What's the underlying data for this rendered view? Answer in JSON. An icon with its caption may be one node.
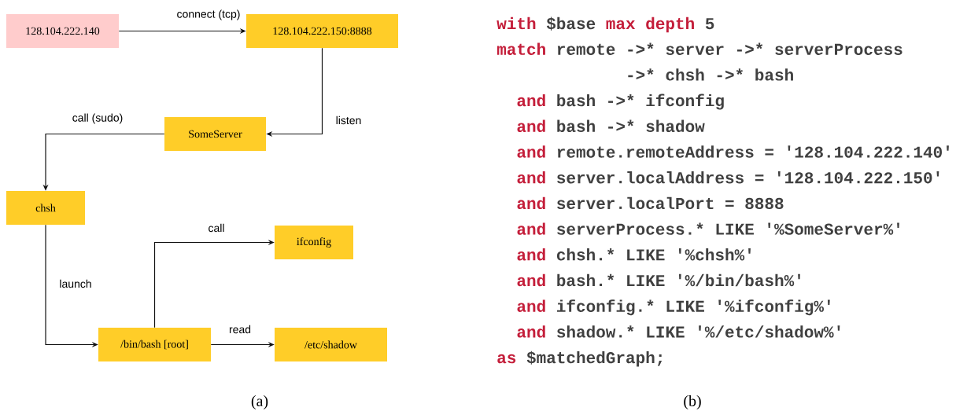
{
  "diagram": {
    "nodes": [
      {
        "text": [
          "128.104.222.140"
        ]
      },
      {
        "text": [
          "128.104.222.150:8888"
        ]
      },
      {
        "text": [
          "SomeServer"
        ]
      },
      {
        "text": [
          "chsh"
        ]
      },
      {
        "text": [
          "ifconfig"
        ]
      },
      {
        "text": [
          "/bin/bash [root]"
        ]
      },
      {
        "text": [
          "/etc/shadow"
        ]
      }
    ],
    "edges": [
      {
        "from": 0,
        "to": 1,
        "arrow": "to",
        "label": "connect (tcp)"
      },
      {
        "from": 1,
        "to": 2,
        "arrow": "to",
        "label": "listen"
      },
      {
        "from": 2,
        "to": 3,
        "arrow": "to",
        "label": "call (sudo)"
      },
      {
        "from": 3,
        "to": 5,
        "arrow": "to",
        "label": "launch"
      },
      {
        "from": 5,
        "to": 4,
        "arrow": "to",
        "label": "call"
      },
      {
        "from": 5,
        "to": 6,
        "arrow": "to",
        "label": "read"
      }
    ],
    "labels": [
      "with",
      "$base",
      "max depth",
      "5",
      "match",
      "remote ->* server ->* serverProcess",
      "->* chsh ->* bash",
      "and",
      "bash ->* ifconfig",
      "and",
      "bash ->* shadow",
      "and",
      "remote.remoteAddress = '128.104.222.140'",
      "and",
      "server.localAddress = '128.104.222.150'",
      "and",
      "server.localPort = 8888",
      "and",
      "serverProcess.* LIKE '%SomeServer%'",
      "and",
      "chsh.* LIKE '%chsh%'",
      "and",
      "bash.* LIKE '%/bin/bash%'",
      "and",
      "ifconfig.* LIKE '%ifconfig%'",
      "and",
      "shadow.* LIKE '%/etc/shadow%'",
      "as",
      "$matchedGraph;",
      "(a)",
      "(b)"
    ]
  }
}
